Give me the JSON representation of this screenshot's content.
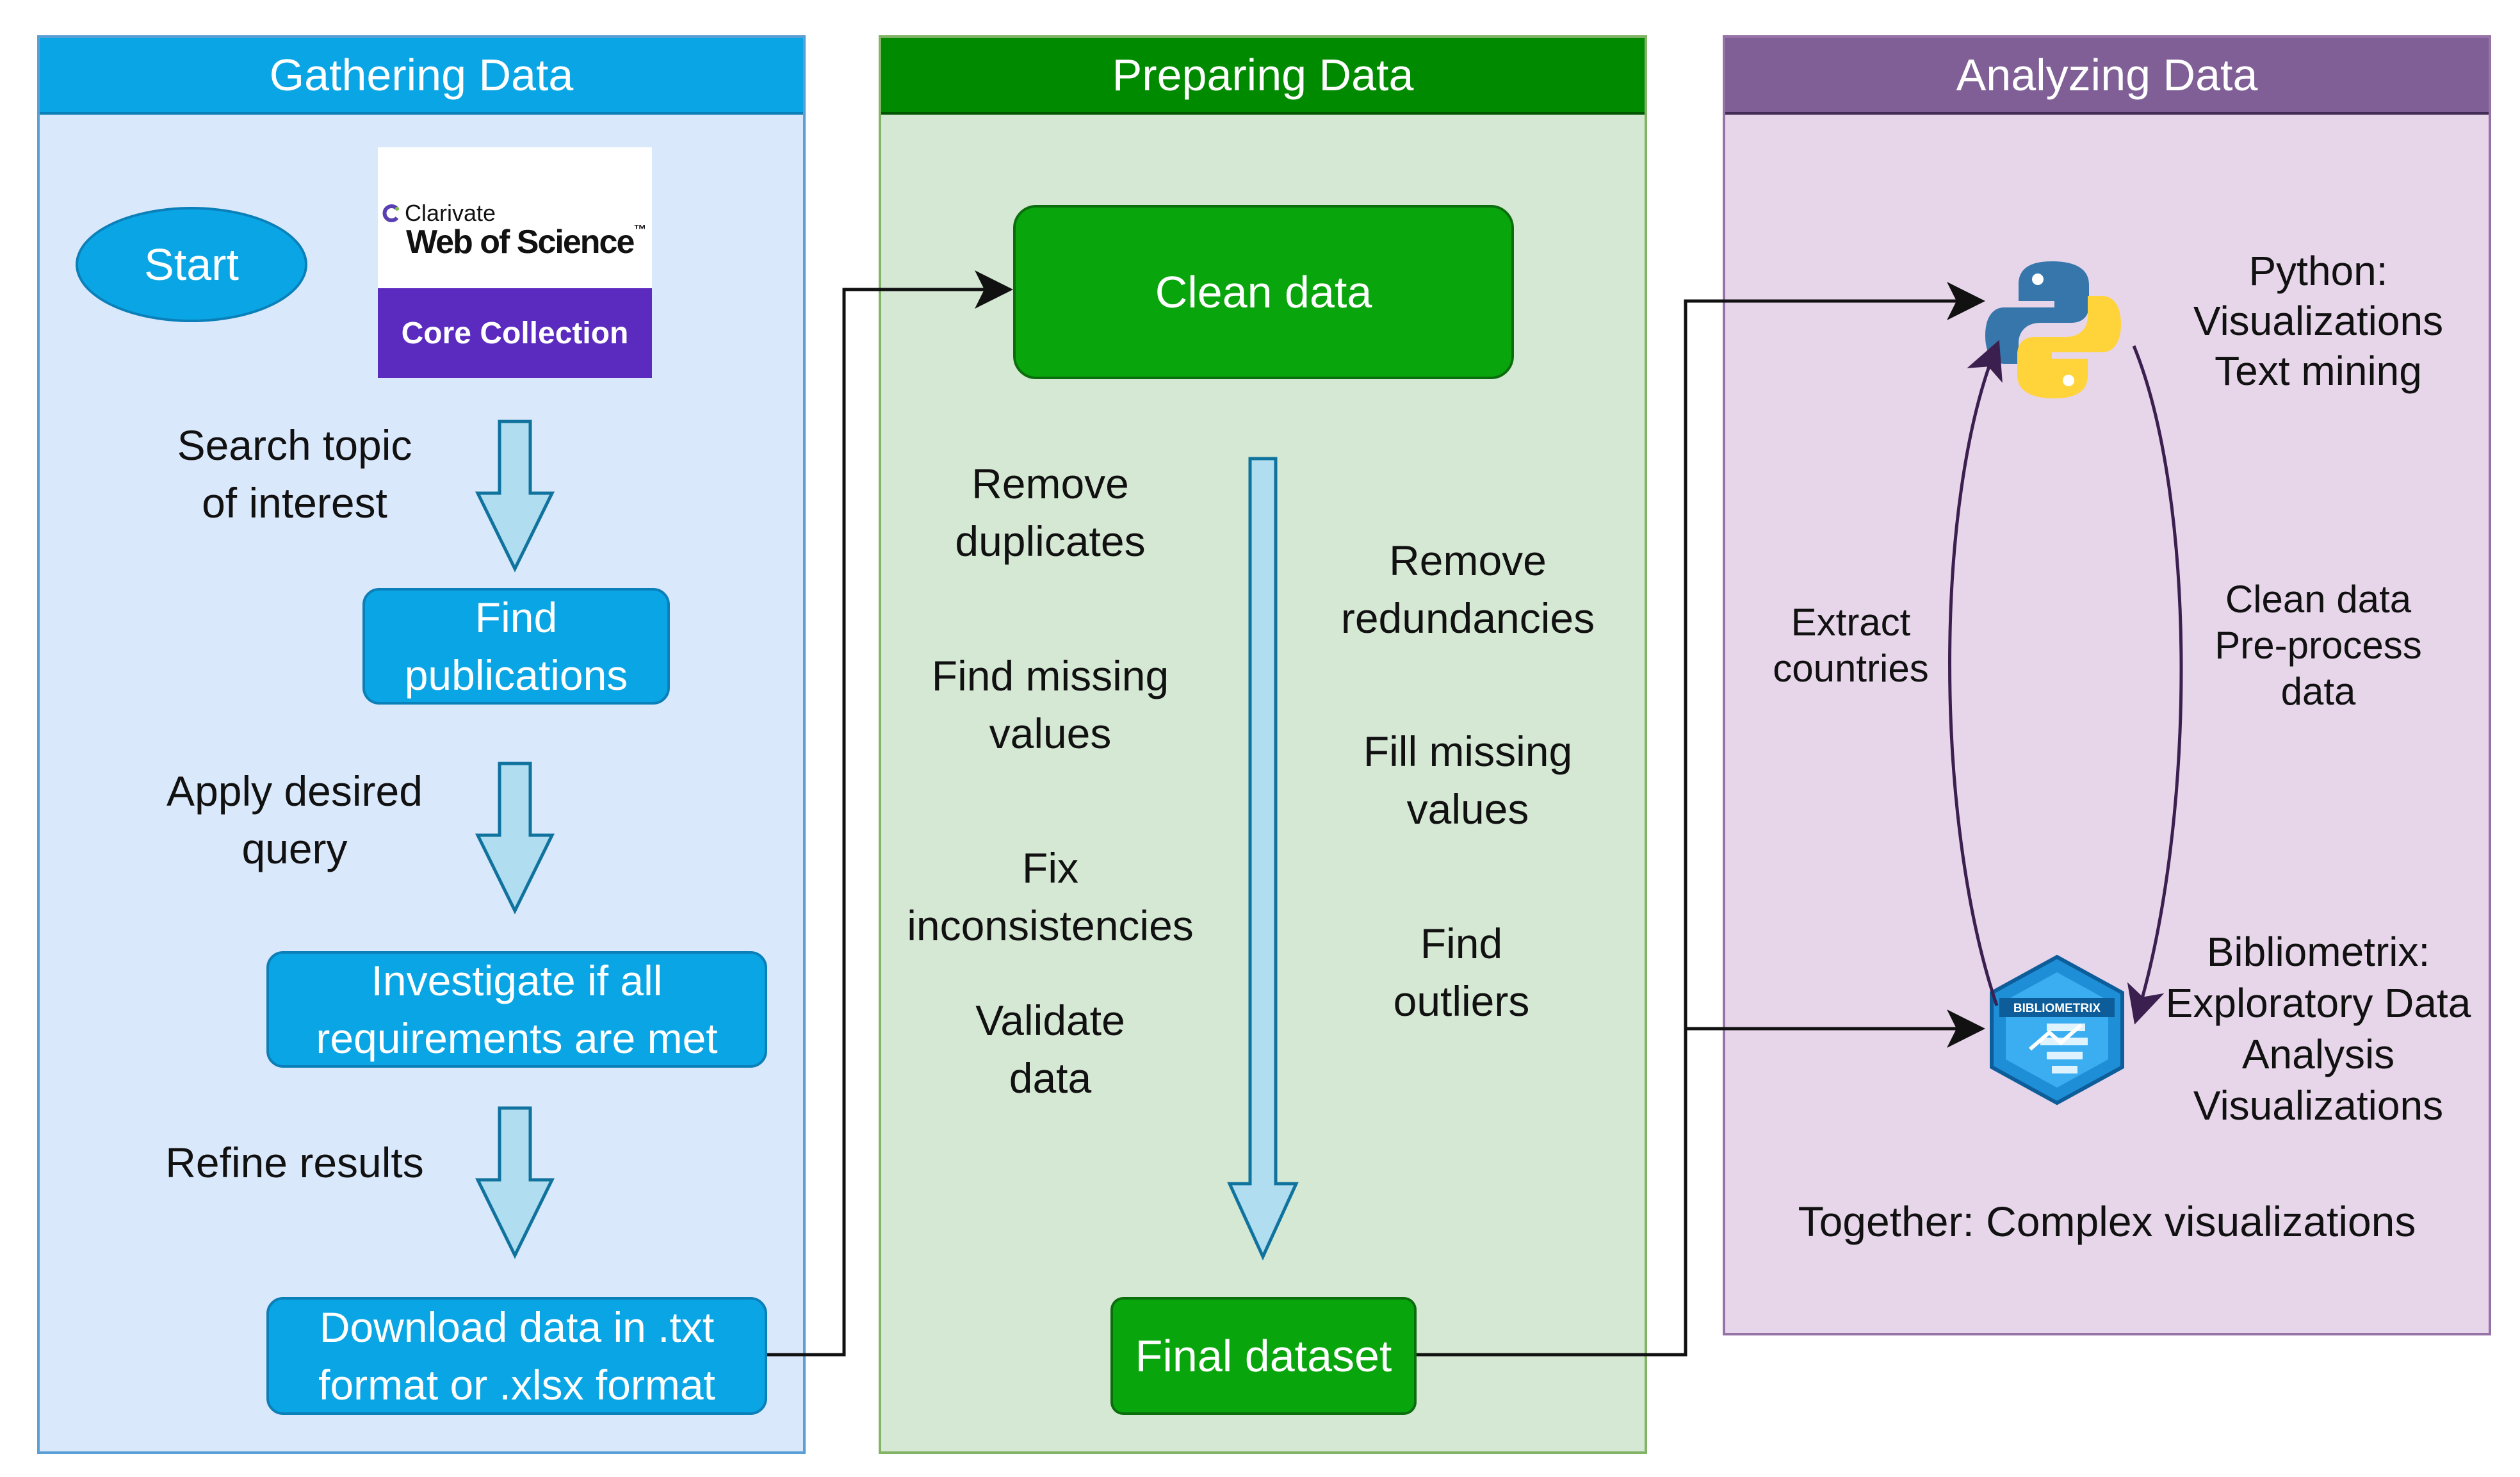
{
  "panels": {
    "gathering": {
      "title": "Gathering Data",
      "start": "Start",
      "wos_brand": "Clarivate",
      "wos_name": "Web of Science",
      "wos_tm": "™",
      "wos_collection": "Core Collection",
      "step1_label": "Search topic\nof interest",
      "step1_box": "Find\npublications",
      "step2_label": "Apply desired\nquery",
      "step2_box": "Investigate if all\nrequirements are met",
      "step3_label": "Refine results",
      "step3_box": "Download data in .txt\nformat or .xlsx format"
    },
    "preparing": {
      "title": "Preparing Data",
      "clean_box": "Clean data",
      "left_items": [
        "Remove\nduplicates",
        "Find missing\nvalues",
        "Fix\ninconsistencies",
        "Validate\ndata"
      ],
      "right_items": [
        "Remove\nredundancies",
        "Fill missing\nvalues",
        "Find\noutliers"
      ],
      "final_box": "Final dataset"
    },
    "analyzing": {
      "title": "Analyzing Data",
      "python_label": "Python:\nVisualizations\nText mining",
      "python_icon": "python-logo-icon",
      "bibliometrix_icon": "bibliometrix-logo-icon",
      "bibliometrix_logo_text": "BIBLIOMETRIX",
      "left_arrow_label": "Extract\ncountries",
      "right_arrow_label": "Clean data\nPre-process\ndata",
      "bibliometrix_label": "Bibliometrix:\nExploratory Data\nAnalysis\nVisualizations",
      "together": "Together: Complex visualizations"
    }
  },
  "colors": {
    "gathering_bg": "#dae8fc",
    "gathering_head": "#0aa5e4",
    "preparing_bg": "#d5e8d4",
    "preparing_head": "#008a00",
    "analyzing_bg": "#e7d5ea",
    "analyzing_head": "#7f5f96",
    "down_arrow_fill": "#b1ddf0",
    "down_arrow_stroke": "#10739e",
    "green_box": "#09a50c",
    "blue_box": "#0aa5e4"
  }
}
